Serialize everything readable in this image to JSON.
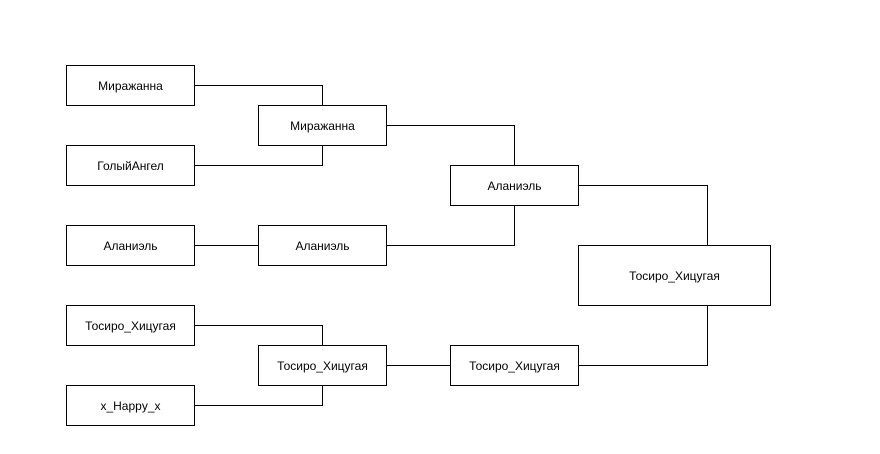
{
  "bracket": {
    "round1": [
      "Миражанна",
      "ГолыйАнгел",
      "Аланиэль",
      "Тосиро_Хицугая",
      "x_Happy_x"
    ],
    "round2": [
      "Миражанна",
      "Аланиэль",
      "Тосиро_Хицугая"
    ],
    "round3": [
      "Аланиэль",
      "Тосиро_Хицугая"
    ],
    "final": "Тосиро_Хицугая"
  }
}
